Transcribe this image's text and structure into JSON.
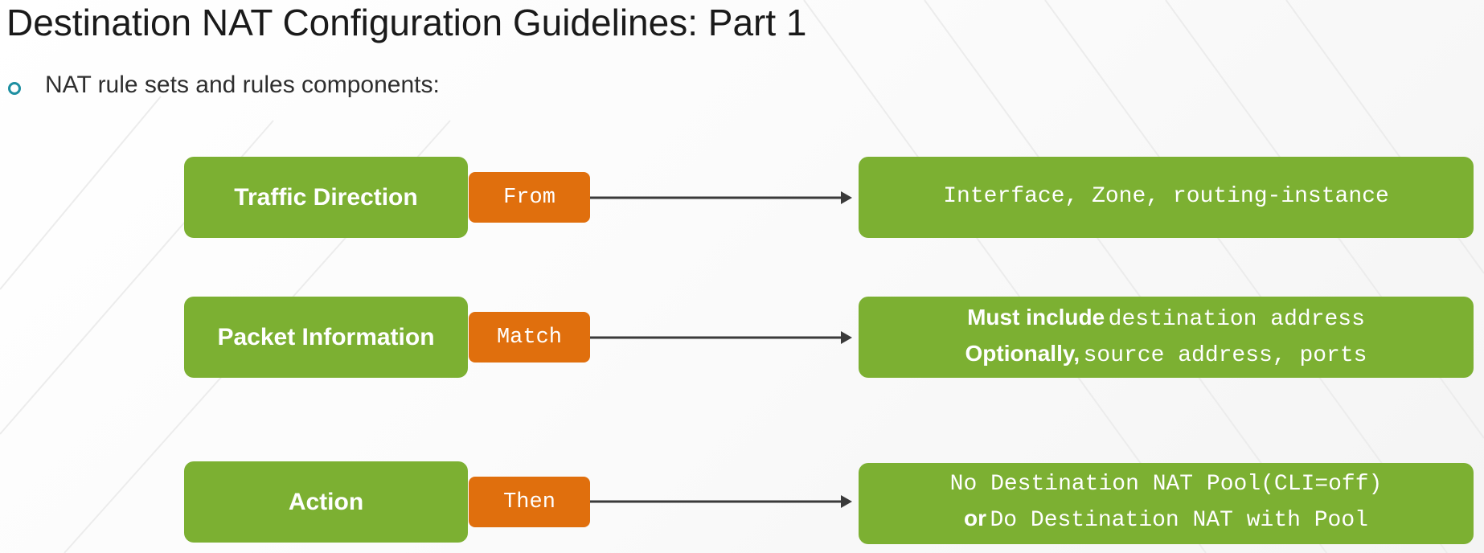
{
  "title": "Destination NAT Configuration Guidelines: Part 1",
  "bullet": {
    "text": "NAT rule sets and rules components:",
    "icon": "hollow-circle-bullet-icon",
    "color": "#1d8fa1"
  },
  "colors": {
    "box_green": "#7cb032",
    "tag_orange": "#e06f0d",
    "arrow": "#3a3a3a"
  },
  "rows": [
    {
      "component": "Traffic Direction",
      "keyword": "From",
      "description": {
        "line1_mono": "Interface, Zone, routing-instance"
      }
    },
    {
      "component": "Packet Information",
      "keyword": "Match",
      "description": {
        "line1_label": "Must include",
        "line1_mono": "destination address",
        "line2_label": "Optionally,",
        "line2_mono": "source address, ports"
      }
    },
    {
      "component": "Action",
      "keyword": "Then",
      "description": {
        "line1_mono": "No Destination NAT Pool(CLI=off)",
        "line2_label": "or",
        "line2_mono": "Do Destination NAT with Pool"
      }
    }
  ]
}
